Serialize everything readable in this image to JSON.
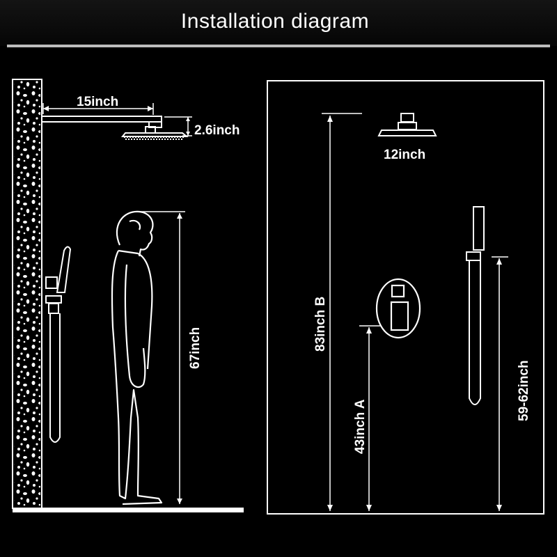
{
  "title": "Installation diagram",
  "left_panel": {
    "arm_length": "15inch",
    "head_drop": "2.6inch",
    "person_height": "67inch"
  },
  "right_panel": {
    "head_diameter": "12inch",
    "head_height": "83inch B",
    "valve_height": "43inch A",
    "handheld_height": "59-62inch"
  }
}
